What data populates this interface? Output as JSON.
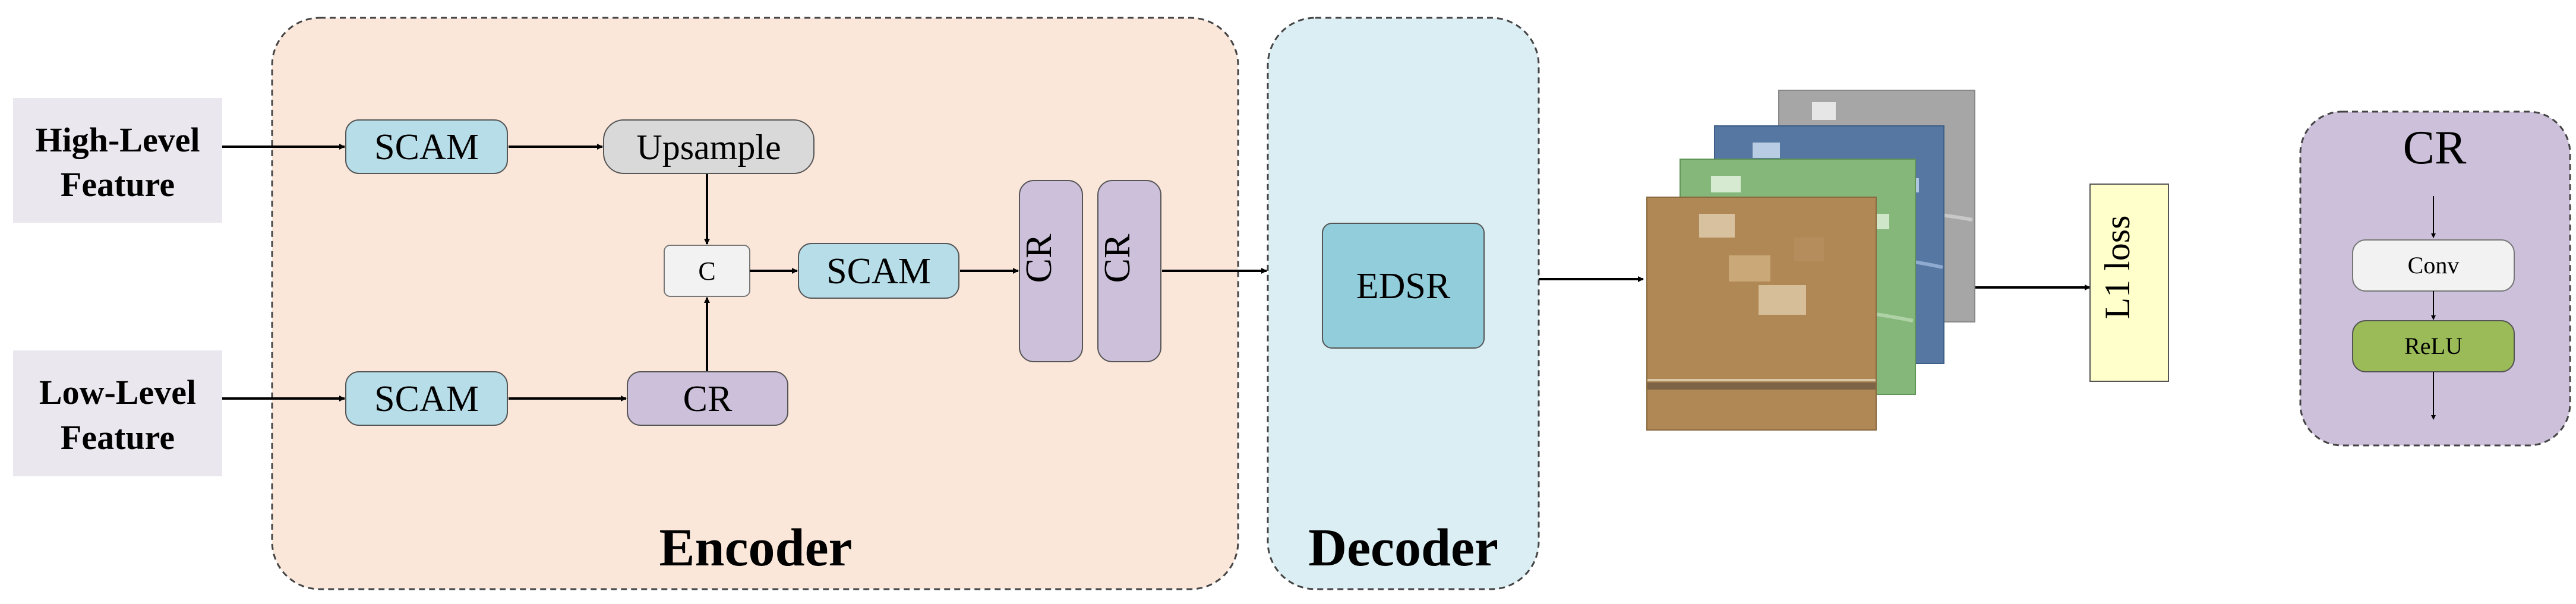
{
  "inputs": {
    "high_level_line1": "High-Level",
    "high_level_line2": "Feature",
    "low_level_line1": "Low-Level",
    "low_level_line2": "Feature"
  },
  "encoder": {
    "title": "Encoder",
    "scam_high": "SCAM",
    "upsample": "Upsample",
    "concat": "C",
    "scam_mid": "SCAM",
    "scam_low": "SCAM",
    "cr_low": "CR",
    "cr_vertical_1": "CR",
    "cr_vertical_2": "CR"
  },
  "decoder": {
    "title": "Decoder",
    "edsr": "EDSR"
  },
  "loss": {
    "label": "L1 loss"
  },
  "cr_detail": {
    "title": "CR",
    "conv": "Conv",
    "relu": "ReLU"
  },
  "colors": {
    "encoder_fill": "#fbe7da",
    "decoder_fill": "#daeef3",
    "scam_fill": "#b7dde8",
    "upsample_fill": "#d9d9d9",
    "cr_fill": "#ccc0da",
    "edsr_fill": "#92cddc",
    "relu_fill": "#9bbb59",
    "loss_fill": "#ffffcc",
    "input_fill": "#eae8ee"
  }
}
